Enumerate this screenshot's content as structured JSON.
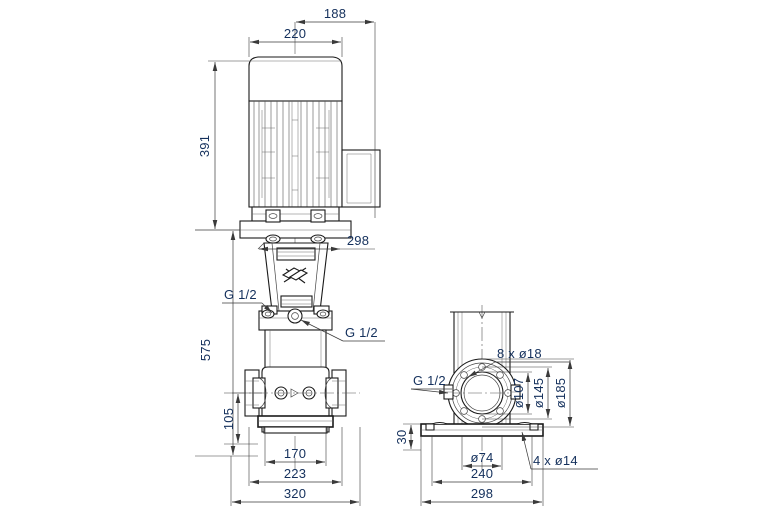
{
  "drawing": {
    "title": "Vertical multistage centrifugal pump - dimensional drawing",
    "views": {
      "front": {
        "name": "front-elevation-view"
      },
      "side": {
        "name": "side-plan-view"
      }
    },
    "line_color": "#1a1a1a",
    "dim_text_color": "#14305c"
  },
  "front_view": {
    "dimensions": {
      "overall_top_offset": "188",
      "motor_width": "220",
      "motor_height": "391",
      "pump_height": "575",
      "bracket_width": "298",
      "flange_center_height": "105",
      "foot_bolt_spacing": "170",
      "base_inner_width": "223",
      "base_overall_width": "320"
    },
    "notes": {
      "vent_plug_upper": "G 1/2",
      "vent_plug_lower": "G 1/2"
    }
  },
  "side_view": {
    "dimensions": {
      "flange_bore": "ø107",
      "bolt_circle": "ø145",
      "flange_outer": "ø185",
      "base_hole_spacing_inner": "ø74",
      "base_bolt_spacing": "240",
      "base_width": "298",
      "base_height": "30"
    },
    "notes": {
      "coupling_guard_bolts": "8 x ø18",
      "base_bolt_holes": "4 x ø14",
      "drain_plug": "G 1/2"
    }
  },
  "callouts": [
    {
      "id": "c1",
      "label": "188",
      "kind": "linear"
    },
    {
      "id": "c2",
      "label": "220",
      "kind": "linear"
    },
    {
      "id": "c3",
      "label": "391",
      "kind": "linear-vertical"
    },
    {
      "id": "c4",
      "label": "298",
      "kind": "linear"
    },
    {
      "id": "c5",
      "label": "G 1/2",
      "kind": "note"
    },
    {
      "id": "c6",
      "label": "G 1/2",
      "kind": "note"
    },
    {
      "id": "c7",
      "label": "575",
      "kind": "linear-vertical"
    },
    {
      "id": "c8",
      "label": "105",
      "kind": "linear-vertical"
    },
    {
      "id": "c9",
      "label": "170",
      "kind": "linear"
    },
    {
      "id": "c10",
      "label": "223",
      "kind": "linear"
    },
    {
      "id": "c11",
      "label": "320",
      "kind": "linear"
    },
    {
      "id": "c12",
      "label": "8 x ø18",
      "kind": "note"
    },
    {
      "id": "c13",
      "label": "G 1/2",
      "kind": "note"
    },
    {
      "id": "c14",
      "label": "ø107",
      "kind": "linear-vertical"
    },
    {
      "id": "c15",
      "label": "ø145",
      "kind": "linear-vertical"
    },
    {
      "id": "c16",
      "label": "ø185",
      "kind": "linear-vertical"
    },
    {
      "id": "c17",
      "label": "30",
      "kind": "linear-vertical"
    },
    {
      "id": "c18",
      "label": "ø74",
      "kind": "linear"
    },
    {
      "id": "c19",
      "label": "4 x ø14",
      "kind": "note"
    },
    {
      "id": "c20",
      "label": "240",
      "kind": "linear"
    },
    {
      "id": "c21",
      "label": "298",
      "kind": "linear"
    }
  ]
}
